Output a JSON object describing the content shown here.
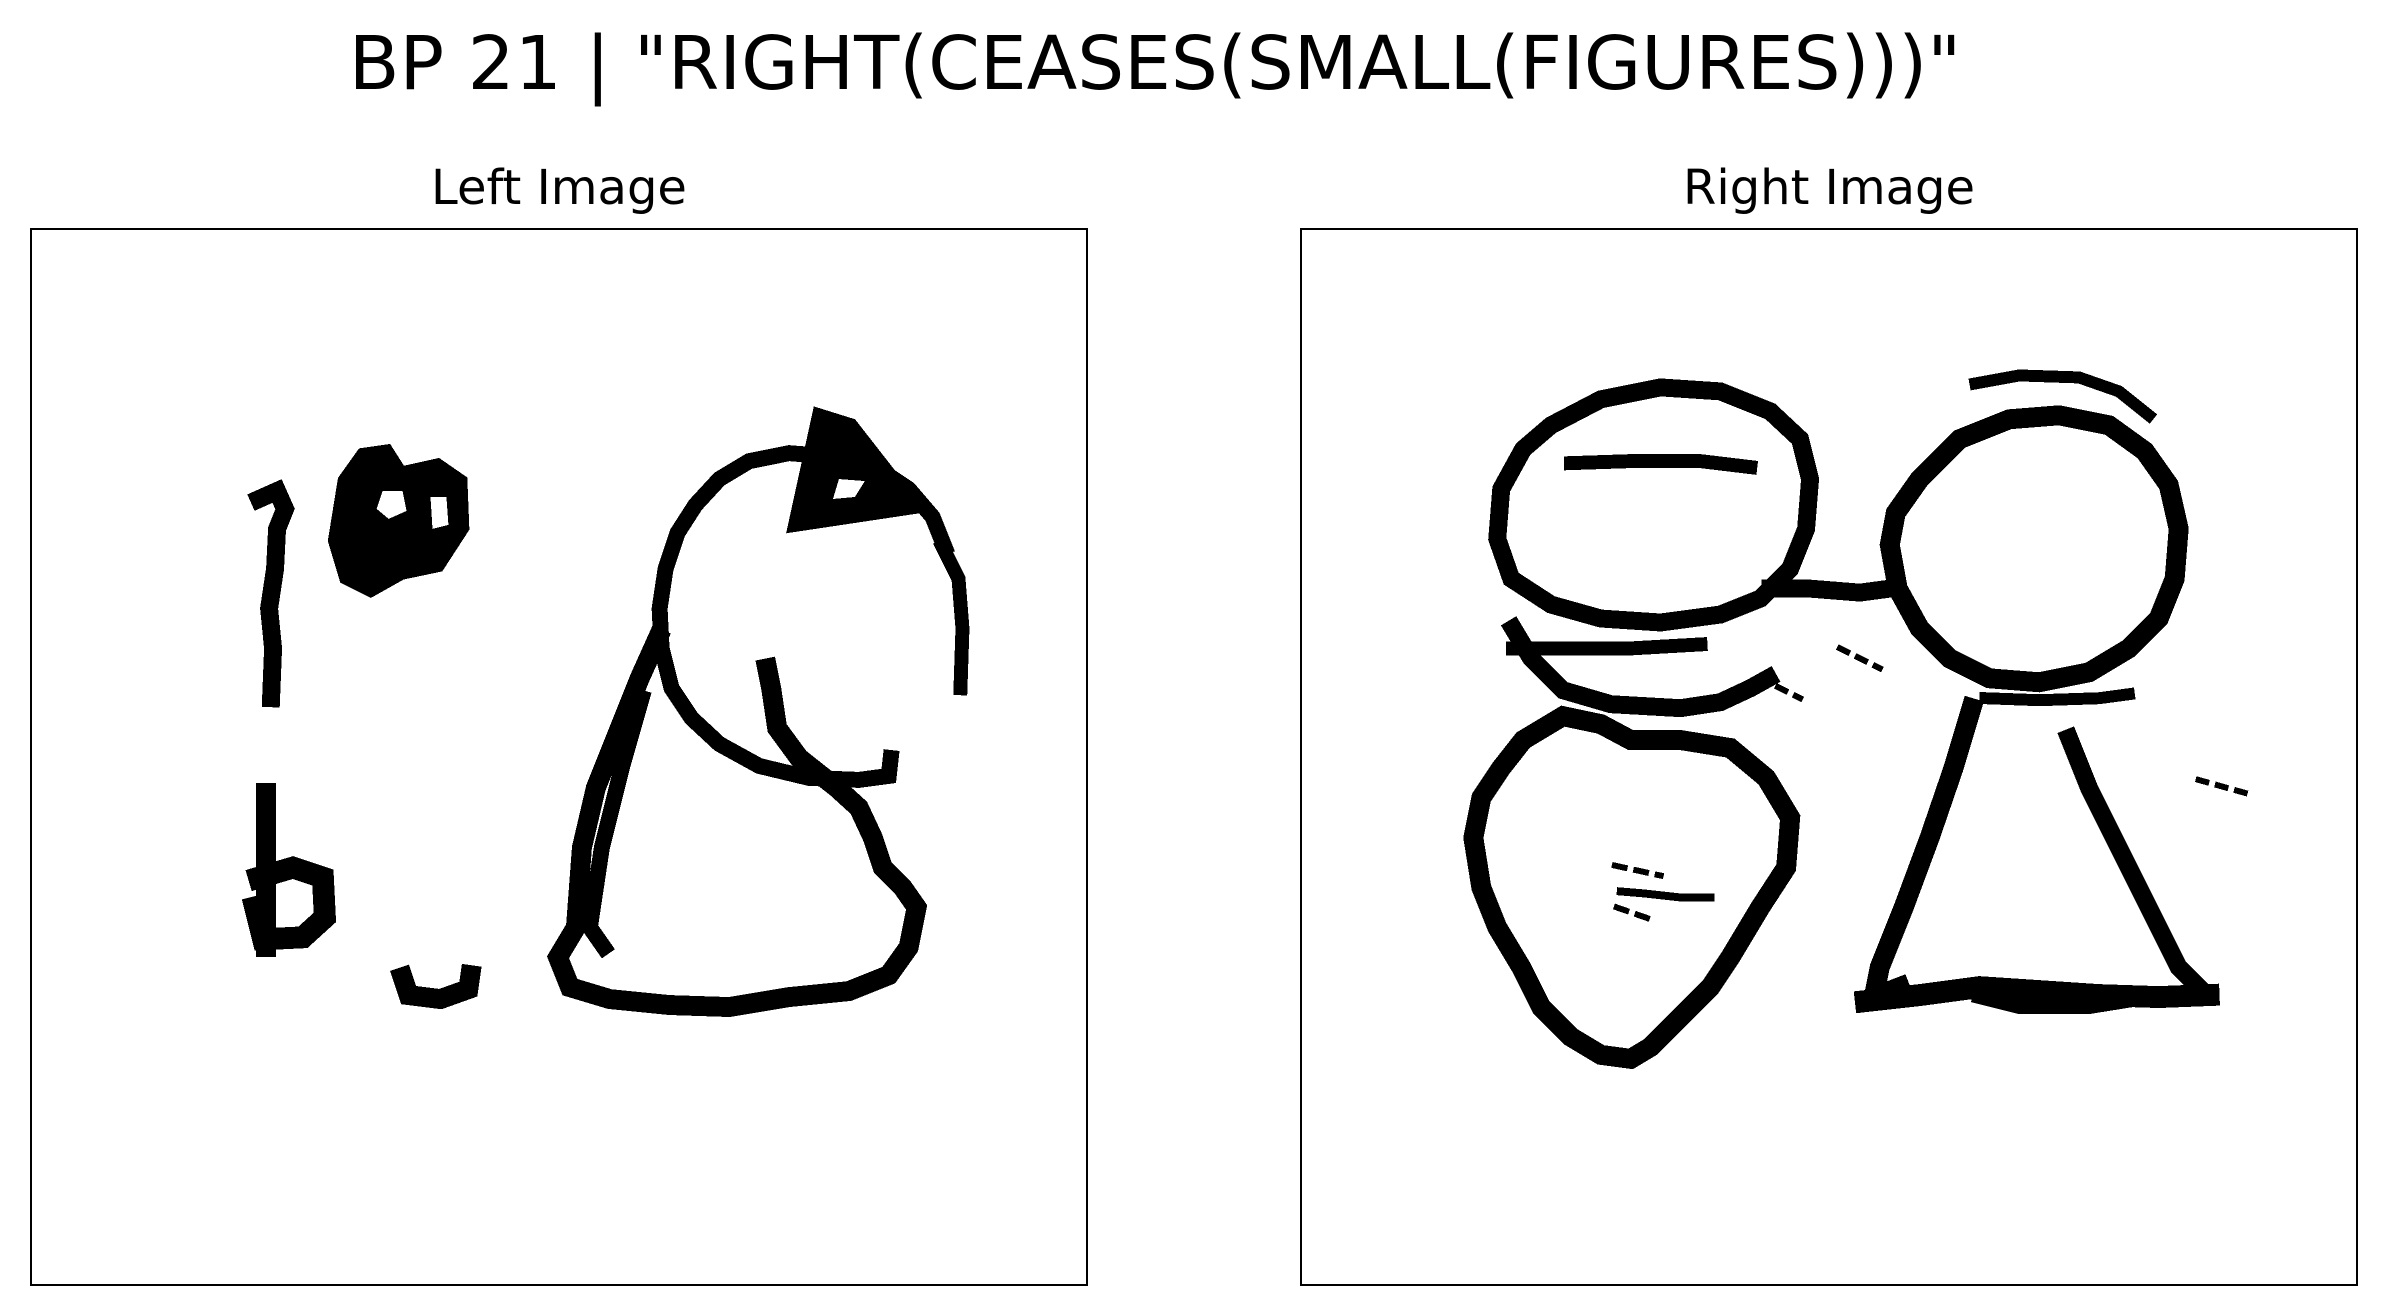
{
  "title": "BP 21 | \"RIGHT(CEASES(SMALL(FIGURES)))\"",
  "panels": {
    "left": {
      "title": "Left Image"
    },
    "right": {
      "title": "Right Image"
    }
  },
  "colors": {
    "ink": "#000000",
    "background": "#ffffff"
  }
}
